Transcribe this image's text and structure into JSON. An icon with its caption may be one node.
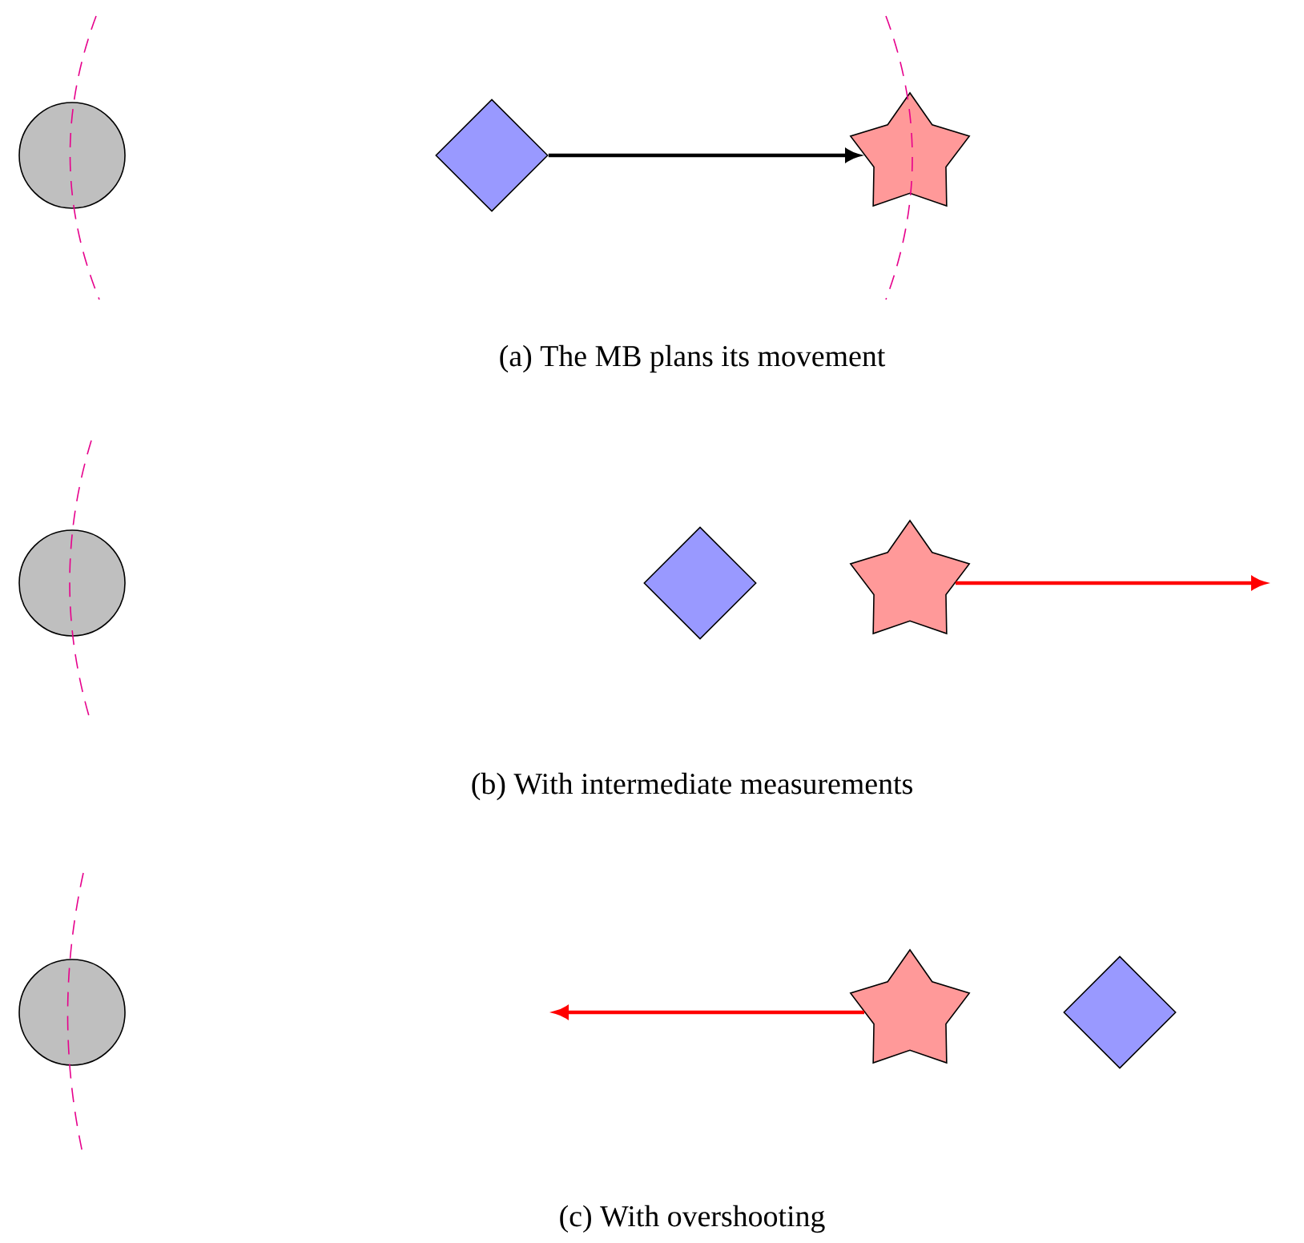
{
  "diagram": {
    "nodes": [
      {
        "text": [],
        "shape": "circle"
      },
      {
        "text": [],
        "shape": "diamond"
      },
      {
        "text": [],
        "shape": "star"
      },
      {
        "text": [],
        "shape": "circle"
      },
      {
        "text": [],
        "shape": "diamond"
      },
      {
        "text": [],
        "shape": "star"
      },
      {
        "text": [],
        "shape": "circle"
      },
      {
        "text": [],
        "shape": "star"
      },
      {
        "text": [],
        "shape": "diamond"
      }
    ],
    "edges": [
      {
        "from": 1,
        "to": 2,
        "arrow": "to",
        "color": "#000000"
      },
      {
        "from": 5,
        "to": null,
        "arrow": "to",
        "color": "#ff0000"
      },
      {
        "from": 7,
        "to": null,
        "arrow": "to",
        "color": "#ff0000"
      }
    ],
    "labels": [
      "(a) The MB plans its movement",
      "(b) With intermediate measurements",
      "(c) With overshooting"
    ]
  }
}
